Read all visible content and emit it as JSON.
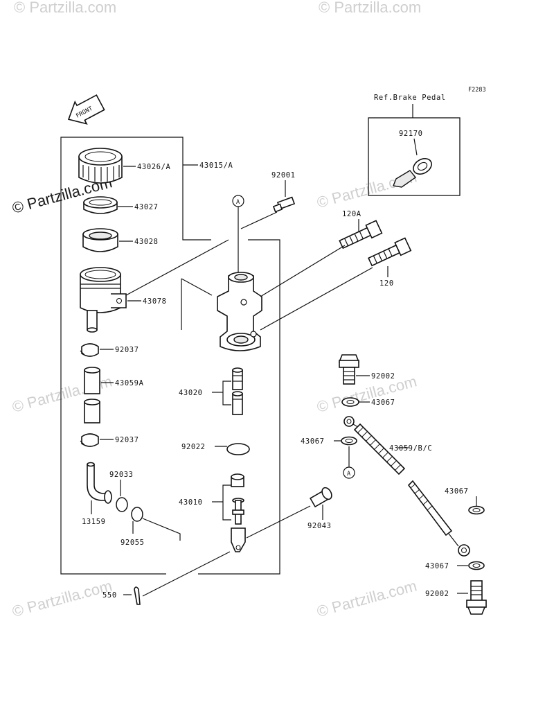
{
  "figure_code": "F2283",
  "front_label": "FRONT",
  "ref_label": "Ref.Brake Pedal",
  "watermark": "© Partzilla.com",
  "callouts": {
    "a_top": "A",
    "a_bottom": "A"
  },
  "parts": {
    "p43026": "43026/A",
    "p43015": "43015/A",
    "p43027": "43027",
    "p43028": "43028",
    "p43078": "43078",
    "p92037a": "92037",
    "p43059a": "43059A",
    "p92037b": "92037",
    "p92033": "92033",
    "p13159": "13159",
    "p92055": "92055",
    "p92001": "92001",
    "p120a": "120A",
    "p120": "120",
    "p43020": "43020",
    "p92022": "92022",
    "p43010": "43010",
    "p92043": "92043",
    "p550": "550",
    "p92170": "92170",
    "p92002a": "92002",
    "p43067a": "43067",
    "p43067b": "43067",
    "p43059bc": "43059/B/C",
    "p43067c": "43067",
    "p43067d": "43067",
    "p92002b": "92002"
  }
}
